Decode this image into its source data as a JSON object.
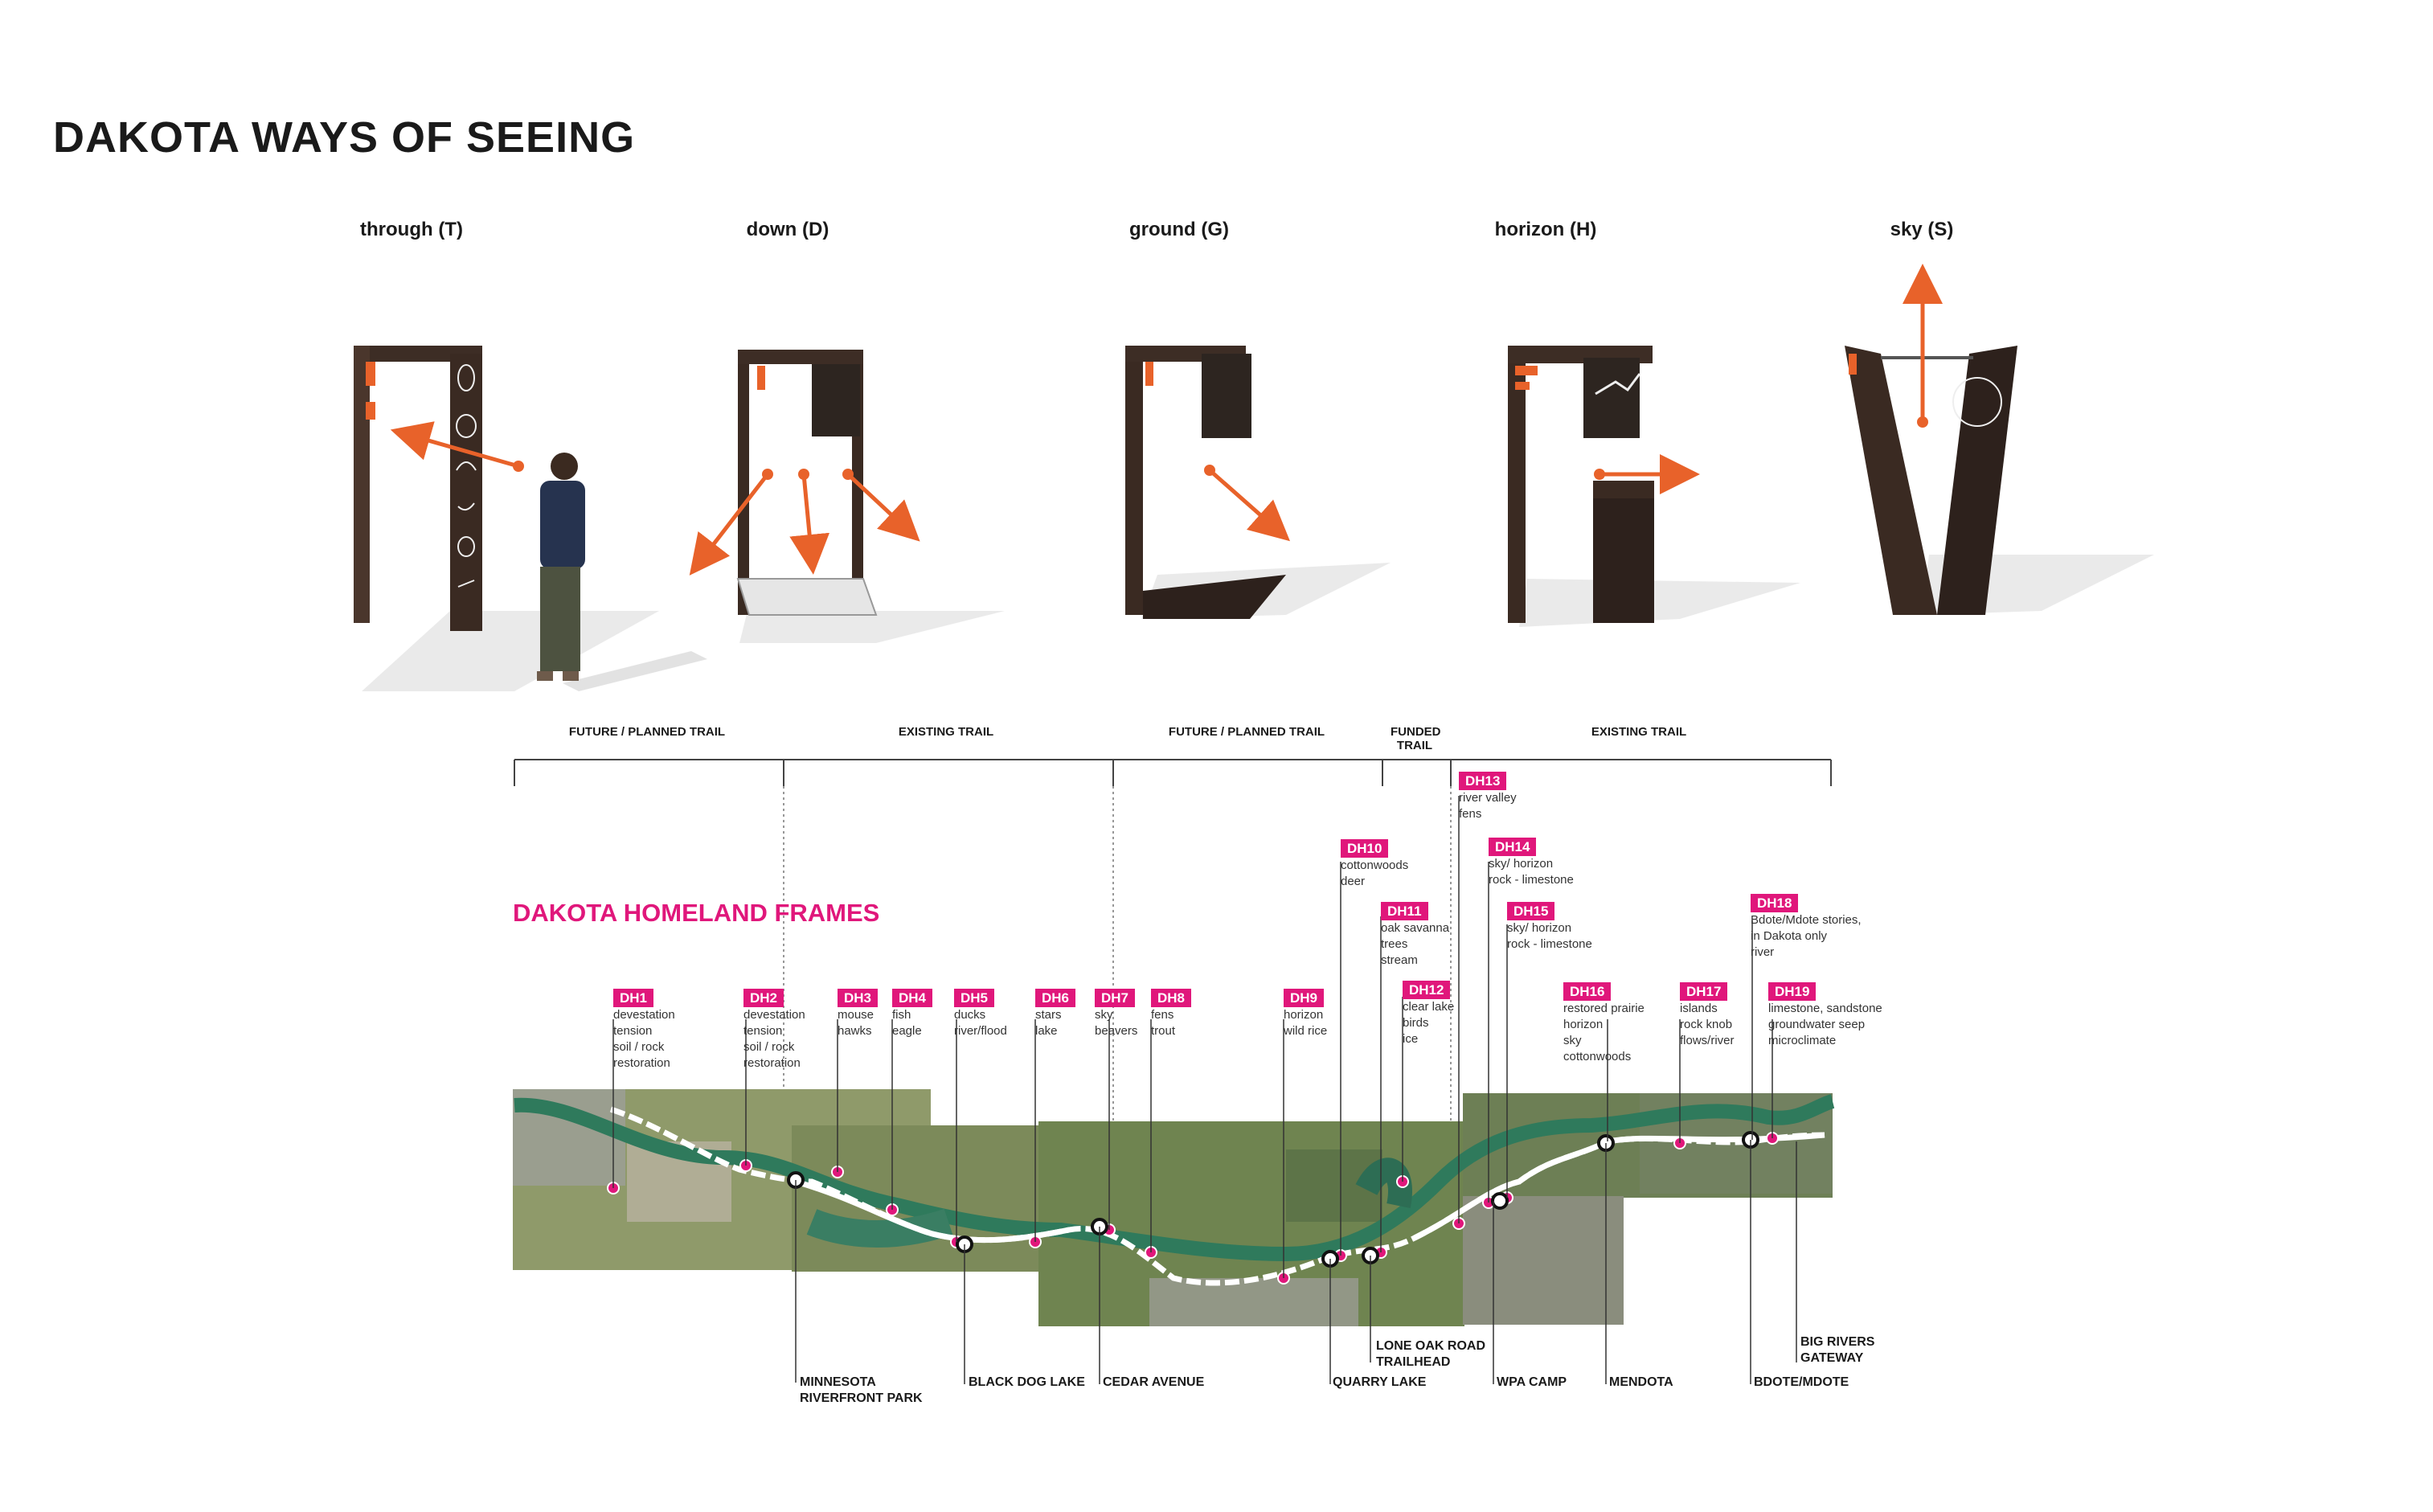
{
  "title": "DAKOTA WAYS OF SEEING",
  "views": [
    {
      "label": "through (T)"
    },
    {
      "label": "down (D)"
    },
    {
      "label": "ground (G)"
    },
    {
      "label": "horizon (H)"
    },
    {
      "label": "sky (S)"
    }
  ],
  "trail_segments": [
    {
      "label": "FUTURE / PLANNED TRAIL"
    },
    {
      "label": "EXISTING TRAIL"
    },
    {
      "label": "FUTURE / PLANNED TRAIL"
    },
    {
      "label": "FUNDED TRAIL"
    },
    {
      "label": "EXISTING TRAIL"
    }
  ],
  "section_title": "DAKOTA HOMELAND FRAMES",
  "frames": [
    {
      "id": "DH1",
      "text": "devestation\ntension\nsoil / rock\nrestoration"
    },
    {
      "id": "DH2",
      "text": "devestation\ntension\nsoil / rock\nrestoration"
    },
    {
      "id": "DH3",
      "text": "mouse\nhawks"
    },
    {
      "id": "DH4",
      "text": "fish\neagle"
    },
    {
      "id": "DH5",
      "text": "ducks\nriver/flood"
    },
    {
      "id": "DH6",
      "text": "stars\nlake"
    },
    {
      "id": "DH7",
      "text": "sky\nbeavers"
    },
    {
      "id": "DH8",
      "text": "fens\ntrout"
    },
    {
      "id": "DH9",
      "text": "horizon\nwild rice"
    },
    {
      "id": "DH10",
      "text": "cottonwoods\ndeer"
    },
    {
      "id": "DH11",
      "text": "oak savanna\ntrees\nstream"
    },
    {
      "id": "DH12",
      "text": "clear lake\nbirds\nice"
    },
    {
      "id": "DH13",
      "text": "river valley\nfens"
    },
    {
      "id": "DH14",
      "text": "sky/ horizon\nrock - limestone"
    },
    {
      "id": "DH15",
      "text": "sky/ horizon\nrock - limestone"
    },
    {
      "id": "DH16",
      "text": "restored prairie\nhorizon\nsky\ncottonwoods"
    },
    {
      "id": "DH17",
      "text": "islands\nrock knob\nflows/river"
    },
    {
      "id": "DH18",
      "text": "Bdote/Mdote stories,\nin Dakota only\nriver"
    },
    {
      "id": "DH19",
      "text": "limestone, sandstone\ngroundwater seep\nmicroclimate"
    }
  ],
  "places": [
    {
      "label": "MINNESOTA\nRIVERFRONT PARK"
    },
    {
      "label": "BLACK DOG LAKE"
    },
    {
      "label": "CEDAR AVENUE"
    },
    {
      "label": "LONE OAK ROAD\nTRAILHEAD"
    },
    {
      "label": "QUARRY LAKE"
    },
    {
      "label": "WPA CAMP"
    },
    {
      "label": "MENDOTA"
    },
    {
      "label": "BIG RIVERS\nGATEWAY"
    },
    {
      "label": "BDOTE/MDOTE"
    }
  ],
  "colors": {
    "accent": "#e0177b",
    "arrow": "#e8622a",
    "frame": "#3a2a22",
    "river": "#2f7a5c",
    "land": "#7f8f55"
  }
}
